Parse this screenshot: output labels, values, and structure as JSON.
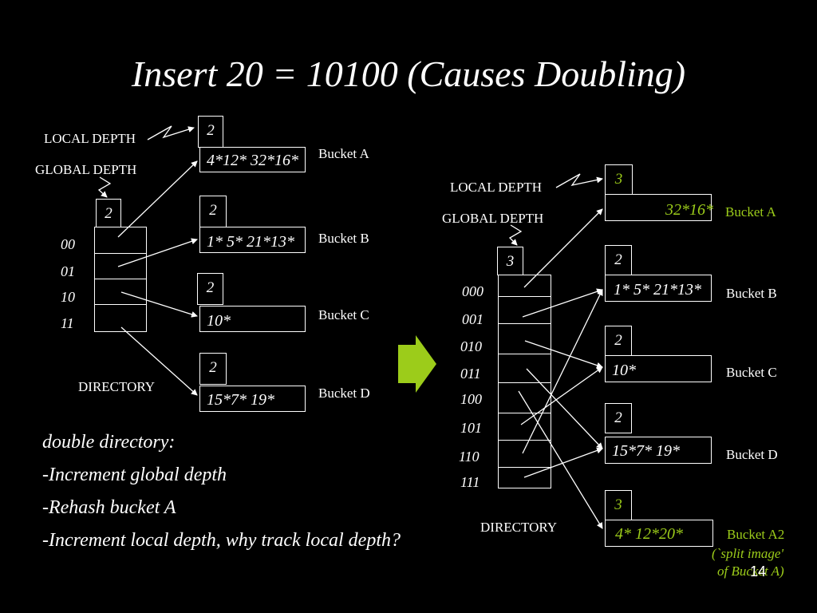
{
  "title": "Insert 20 = 10100 (Causes Doubling)",
  "left": {
    "local_depth_label": "LOCAL DEPTH",
    "global_depth_label": "GLOBAL DEPTH",
    "global_depth": "2",
    "directory_label": "DIRECTORY",
    "dir_entries": [
      "00",
      "01",
      "10",
      "11"
    ],
    "buckets": [
      {
        "depth": "2",
        "entries": "4*12*  32*16*",
        "name": "Bucket A"
      },
      {
        "depth": "2",
        "entries": "1*  5*  21*13*",
        "name": "Bucket B"
      },
      {
        "depth": "2",
        "entries": "10*",
        "name": "Bucket C"
      },
      {
        "depth": "2",
        "entries": "15*7* 19*",
        "name": "Bucket D"
      }
    ]
  },
  "right": {
    "local_depth_label": "LOCAL DEPTH",
    "global_depth_label": "GLOBAL DEPTH",
    "global_depth": "3",
    "directory_label": "DIRECTORY",
    "dir_entries": [
      "000",
      "001",
      "010",
      "011",
      "100",
      "101",
      "110",
      "111"
    ],
    "buckets": [
      {
        "depth": "3",
        "entries": "32*16*",
        "name": "Bucket A"
      },
      {
        "depth": "2",
        "entries": "1*  5*  21*13*",
        "name": "Bucket B"
      },
      {
        "depth": "2",
        "entries": "10*",
        "name": "Bucket C"
      },
      {
        "depth": "2",
        "entries": "15*7* 19*",
        "name": "Bucket D"
      },
      {
        "depth": "3",
        "entries": "4*  12*20*",
        "name": "Bucket A2"
      }
    ],
    "split_note_line1": "(`split image'",
    "split_note_line2": "of Bucket A)"
  },
  "notes": [
    "double directory:",
    "-Increment global depth",
    "-Rehash bucket A",
    "-Increment local depth, why track local depth?"
  ],
  "slide_number": "14",
  "colors": {
    "accent": "#9ccc1a",
    "background": "#000000",
    "foreground": "#ffffff"
  },
  "icons": {
    "transition_arrow": "right-arrow-icon"
  }
}
